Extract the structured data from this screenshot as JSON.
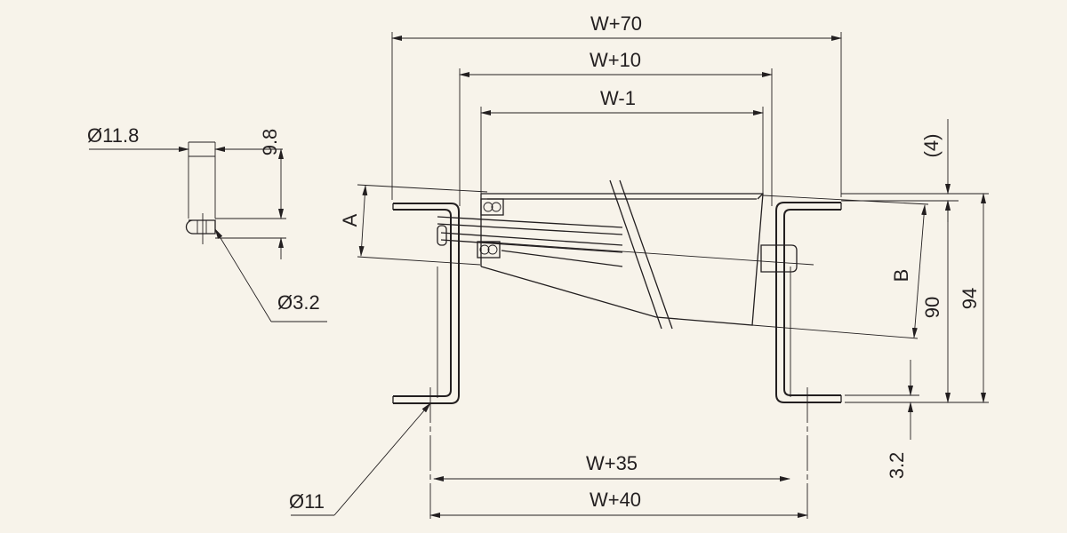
{
  "colors": {
    "background": "#f7f3ea",
    "ink": "#231f20"
  },
  "dimensions": {
    "w_plus_70": "W+70",
    "w_plus_10": "W+10",
    "w_minus_1": "W-1",
    "w_plus_35": "W+35",
    "w_plus_40": "W+40",
    "dia_11_8": "Ø11.8",
    "dim_9_8": "9.8",
    "dia_3_2": "Ø3.2",
    "dia_11": "Ø11",
    "dim_a": "A",
    "dim_b": "B",
    "dim_4": "(4)",
    "dim_90": "90",
    "dim_94": "94",
    "dim_3_2": "3.2"
  }
}
